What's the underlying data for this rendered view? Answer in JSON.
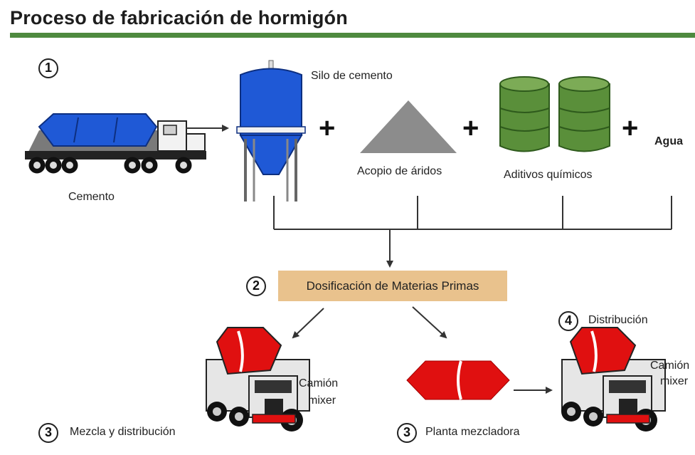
{
  "title": "Proceso de fabricación de hormigón",
  "steps": {
    "s1": "1",
    "s2": "2",
    "s3a": "3",
    "s3b": "3",
    "s4": "4"
  },
  "inputs": {
    "truck_label": "Cemento",
    "silo_label": "Silo de cemento",
    "aggregate_label": "Acopio de áridos",
    "additives_label": "Aditivos químicos",
    "water_label": "Agua",
    "plus": "+"
  },
  "dosing": "Dosificación de Materias Primas",
  "outputs": {
    "mixer_label_line1": "Camión",
    "mixer_label_line2": "mixer",
    "mix_dist_label": "Mezcla y distribución",
    "plant_label": "Planta mezcladora",
    "distribution_label": "Distribución",
    "mixer2_label_line1": "Camión",
    "mixer2_label_line2": "mixer"
  },
  "colors": {
    "accent_green": "#4e8a3f",
    "cement_blue": "#1f59d6",
    "drum_red": "#e01010",
    "barrel_green": "#5a8f3a",
    "dosing_box": "#e9c28d",
    "aggregate_gray": "#8c8c8c"
  }
}
